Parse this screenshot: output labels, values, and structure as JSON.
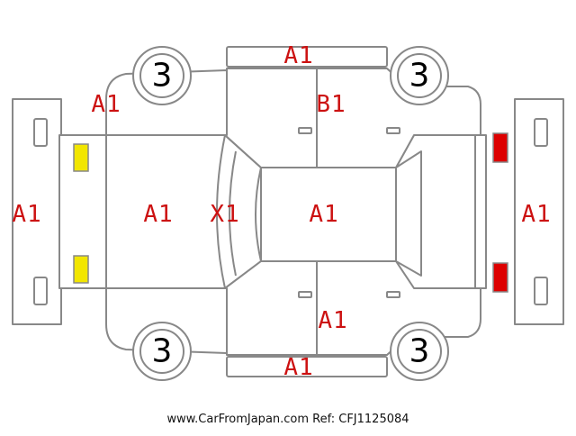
{
  "footer": {
    "text": "www.CarFromJapan.com Ref: CFJ1125084"
  },
  "tires": {
    "front_left": "3",
    "front_right": "3",
    "rear_left": "3",
    "rear_right": "3"
  },
  "codes": {
    "front_bumper": "A1",
    "hood": "A1",
    "windshield": "X1",
    "roof": "A1",
    "rear_bumper": "A1",
    "upper_fender": "A1",
    "upper_door_top": "A1",
    "upper_rear_door": "B1",
    "lower_rear_door": "A1",
    "lower_door_bottom": "A1"
  },
  "lamp_colors": {
    "front": "#f2e600",
    "rear": "#dd0000"
  }
}
